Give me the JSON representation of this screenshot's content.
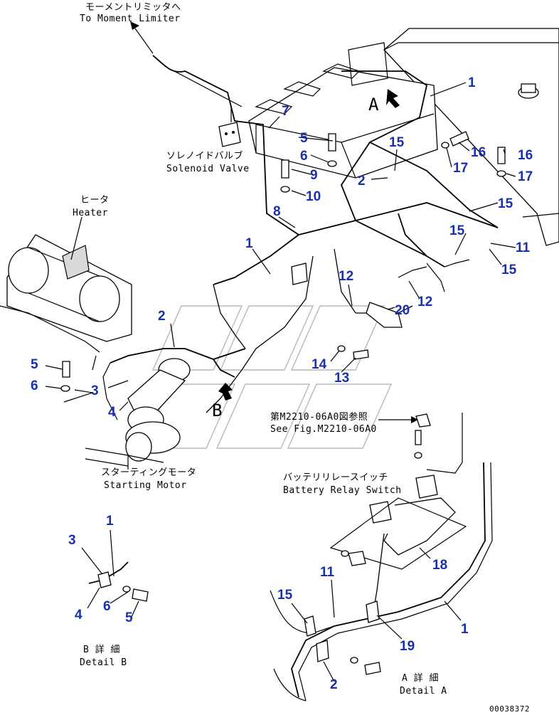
{
  "labels": {
    "moment_limiter_jp": "モーメントリミッタへ",
    "moment_limiter_en": "To Moment Limiter",
    "solenoid_jp": "ソレノイドバルブ",
    "solenoid_en": "Solenoid Valve",
    "heater_jp": "ヒータ",
    "heater_en": "Heater",
    "starting_jp": "スターティングモータ",
    "starting_en": "Starting Motor",
    "seefig_jp": "第M2210-06A0図参照",
    "seefig_en": "See Fig.M2210-06A0",
    "battery_jp": "バッテリリレースイッチ",
    "battery_en": "Battery Relay Switch",
    "view_a": "A",
    "view_b": "B",
    "detailb_jp": "B 詳 細",
    "detailb_en": "Detail B",
    "detaila_jp": "A 詳 細",
    "detaila_en": "Detail A",
    "drawing_no": "00038372"
  },
  "callouts": {
    "c1a": "1",
    "c7": "7",
    "c5a": "5",
    "c6a": "6",
    "c9": "9",
    "c10": "10",
    "c8": "8",
    "c15a": "15",
    "c2a": "2",
    "c16a": "16",
    "c16b": "16",
    "c17a": "17",
    "c17b": "17",
    "c15b": "15",
    "c15c": "15",
    "c11a": "11",
    "c15d": "15",
    "c1b": "1",
    "c12a": "12",
    "c20": "20",
    "c12b": "12",
    "c2b": "2",
    "c14": "14",
    "c13": "13",
    "c5b": "5",
    "c6b": "6",
    "c3a": "3",
    "c4a": "4",
    "c1c": "1",
    "c3b": "3",
    "c6c": "6",
    "c4b": "4",
    "c5c": "5",
    "c18": "18",
    "c11b": "11",
    "c15e": "15",
    "c1d": "1",
    "c19": "19",
    "c2c": "2"
  }
}
